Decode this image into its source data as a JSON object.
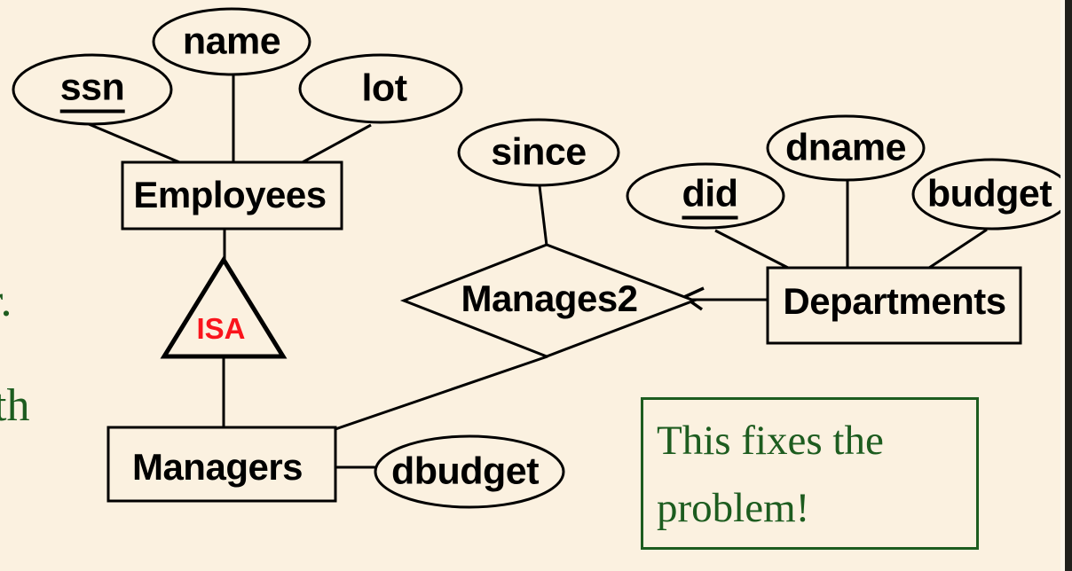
{
  "diagram_type": "er-diagram",
  "labels": {
    "employees": "Employees",
    "managers": "Managers",
    "departments": "Departments",
    "manages2": "Manages2",
    "isa": "ISA",
    "ssn": "ssn",
    "name": "name",
    "lot": "lot",
    "since": "since",
    "did": "did",
    "dname": "dname",
    "budget": "budget",
    "dbudget": "dbudget"
  },
  "key_attributes": [
    "ssn",
    "did"
  ],
  "callout": {
    "line1": "This fixes the",
    "line2": "problem!"
  },
  "edge_text": {
    "fragment_top": "r.",
    "fragment_bottom": "th"
  },
  "colors": {
    "background": "#fbf1e0",
    "stroke": "#000000",
    "isa_text": "#fa141c",
    "callout_green": "#1d5c1f",
    "slide_border": "#21211d"
  }
}
